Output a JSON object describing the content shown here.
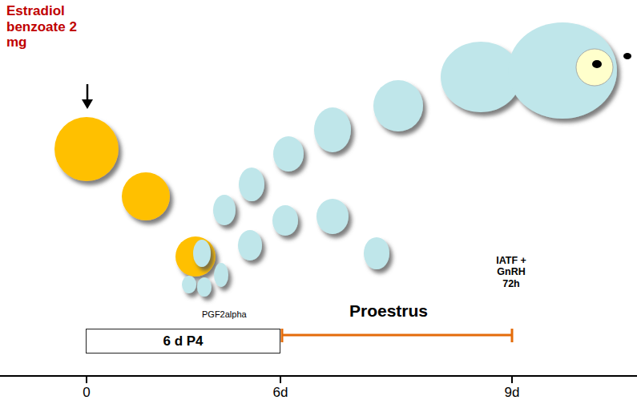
{
  "diagram": {
    "nodes": [
      {
        "text": [
          "6 d P4"
        ]
      }
    ],
    "labels": [
      "Estradiol benzoate 2 mg",
      "PGF2alpha",
      "Proestrus",
      "IATF + GnRH 72h",
      "0",
      "6d",
      "9d"
    ]
  }
}
